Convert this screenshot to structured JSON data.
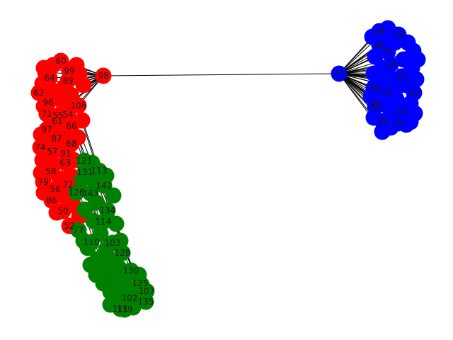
{
  "graph": {
    "colors": {
      "red": "#ff0000",
      "green": "#008000",
      "blue": "#0000ff",
      "edge": "#000000"
    },
    "nodes": [
      {
        "id": "98",
        "group": "red"
      },
      {
        "id": "23",
        "group": "blue"
      },
      {
        "id": "60",
        "group": "red"
      },
      {
        "id": "99",
        "group": "red"
      },
      {
        "id": "64",
        "group": "red"
      },
      {
        "id": "89",
        "group": "red"
      },
      {
        "id": "62",
        "group": "red"
      },
      {
        "id": "96",
        "group": "red"
      },
      {
        "id": "106",
        "group": "red"
      },
      {
        "id": "71",
        "group": "red"
      },
      {
        "id": "55",
        "group": "red"
      },
      {
        "id": "54",
        "group": "red"
      },
      {
        "id": "61",
        "group": "red"
      },
      {
        "id": "66",
        "group": "red"
      },
      {
        "id": "97",
        "group": "red"
      },
      {
        "id": "87",
        "group": "red"
      },
      {
        "id": "68",
        "group": "red"
      },
      {
        "id": "74",
        "group": "red"
      },
      {
        "id": "57",
        "group": "red"
      },
      {
        "id": "91",
        "group": "red"
      },
      {
        "id": "63",
        "group": "red"
      },
      {
        "id": "58",
        "group": "red"
      },
      {
        "id": "79",
        "group": "red"
      },
      {
        "id": "72",
        "group": "red"
      },
      {
        "id": "56",
        "group": "red"
      },
      {
        "id": "86",
        "group": "red"
      },
      {
        "id": "50",
        "group": "red"
      },
      {
        "id": "52",
        "group": "red"
      },
      {
        "id": "121",
        "group": "green"
      },
      {
        "id": "113",
        "group": "green"
      },
      {
        "id": "131",
        "group": "green"
      },
      {
        "id": "142",
        "group": "green"
      },
      {
        "id": "126",
        "group": "green"
      },
      {
        "id": "143",
        "group": "green"
      },
      {
        "id": "134",
        "group": "green"
      },
      {
        "id": "114",
        "group": "green"
      },
      {
        "id": "77",
        "group": "green"
      },
      {
        "id": "110",
        "group": "green"
      },
      {
        "id": "103",
        "group": "green"
      },
      {
        "id": "128",
        "group": "green"
      },
      {
        "id": "130",
        "group": "green"
      },
      {
        "id": "125",
        "group": "green"
      },
      {
        "id": "107",
        "group": "green"
      },
      {
        "id": "102",
        "group": "green"
      },
      {
        "id": "135",
        "group": "green"
      },
      {
        "id": "111",
        "group": "green"
      },
      {
        "id": "119",
        "group": "green"
      },
      {
        "id": "38",
        "group": "blue"
      },
      {
        "id": "19",
        "group": "blue"
      },
      {
        "id": "40",
        "group": "blue"
      },
      {
        "id": "21",
        "group": "blue"
      },
      {
        "id": "24",
        "group": "blue"
      },
      {
        "id": "27",
        "group": "blue"
      },
      {
        "id": "28",
        "group": "blue"
      },
      {
        "id": "15",
        "group": "blue"
      },
      {
        "id": "22",
        "group": "blue"
      },
      {
        "id": "25",
        "group": "blue"
      },
      {
        "id": "35",
        "group": "blue"
      },
      {
        "id": "14",
        "group": "blue"
      },
      {
        "id": "31",
        "group": "blue"
      },
      {
        "id": "36",
        "group": "blue"
      }
    ]
  }
}
